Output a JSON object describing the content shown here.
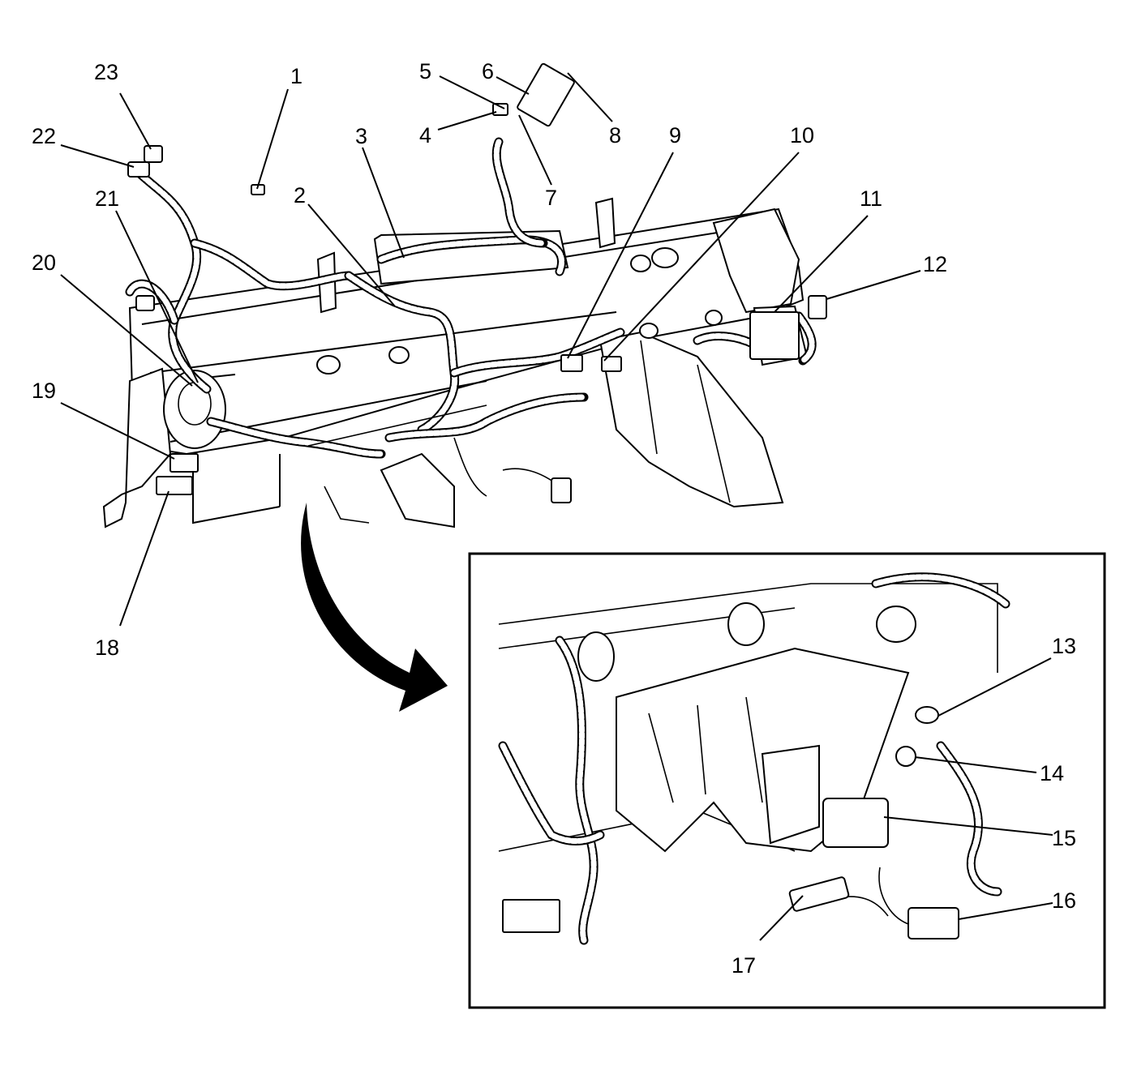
{
  "callouts": [
    {
      "id": "1",
      "label": "1"
    },
    {
      "id": "2",
      "label": "2"
    },
    {
      "id": "3",
      "label": "3"
    },
    {
      "id": "4",
      "label": "4"
    },
    {
      "id": "5",
      "label": "5"
    },
    {
      "id": "6",
      "label": "6"
    },
    {
      "id": "7",
      "label": "7"
    },
    {
      "id": "8",
      "label": "8"
    },
    {
      "id": "9",
      "label": "9"
    },
    {
      "id": "10",
      "label": "10"
    },
    {
      "id": "11",
      "label": "11"
    },
    {
      "id": "12",
      "label": "12"
    },
    {
      "id": "13",
      "label": "13"
    },
    {
      "id": "14",
      "label": "14"
    },
    {
      "id": "15",
      "label": "15"
    },
    {
      "id": "16",
      "label": "16"
    },
    {
      "id": "17",
      "label": "17"
    },
    {
      "id": "18",
      "label": "18"
    },
    {
      "id": "19",
      "label": "19"
    },
    {
      "id": "20",
      "label": "20"
    },
    {
      "id": "21",
      "label": "21"
    },
    {
      "id": "22",
      "label": "22"
    },
    {
      "id": "23",
      "label": "23"
    }
  ],
  "colors": {
    "ink": "#000000",
    "paper": "#ffffff"
  }
}
